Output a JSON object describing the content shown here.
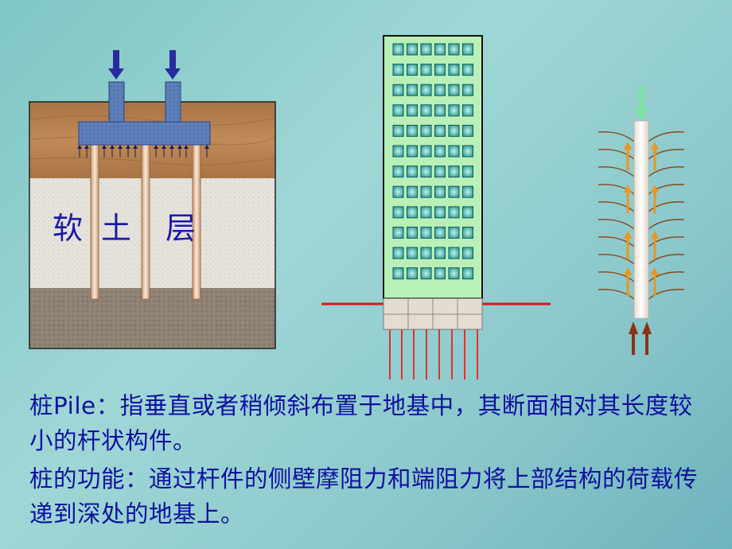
{
  "soil_label": {
    "char1": "软",
    "char2": "土",
    "char3": "层"
  },
  "text": {
    "definition": "桩Pile：指垂直或者稍倾斜布置于地基中，其断面相对其长度较小的杆状构件。",
    "function": "桩的功能：通过杆件的侧壁摩阻力和端阻力将上部结构的荷载传递到深处的地基上。"
  },
  "colors": {
    "clay": "#b07c4e",
    "soft_soil": "#e6e2dc",
    "bedrock": "#8f8274",
    "pile_cap": "#5a7cb6",
    "pile": "#e8c8a8",
    "load_arrow": "#2a2aa0",
    "building": "#b8f0b8",
    "window": "#2d9a94",
    "ground_line": "#d81818",
    "friction_line": "#8a4a1a",
    "friction_arrow": "#f09418",
    "top_arrow": "#7ee0a6",
    "base_arrow": "#8a3410"
  }
}
